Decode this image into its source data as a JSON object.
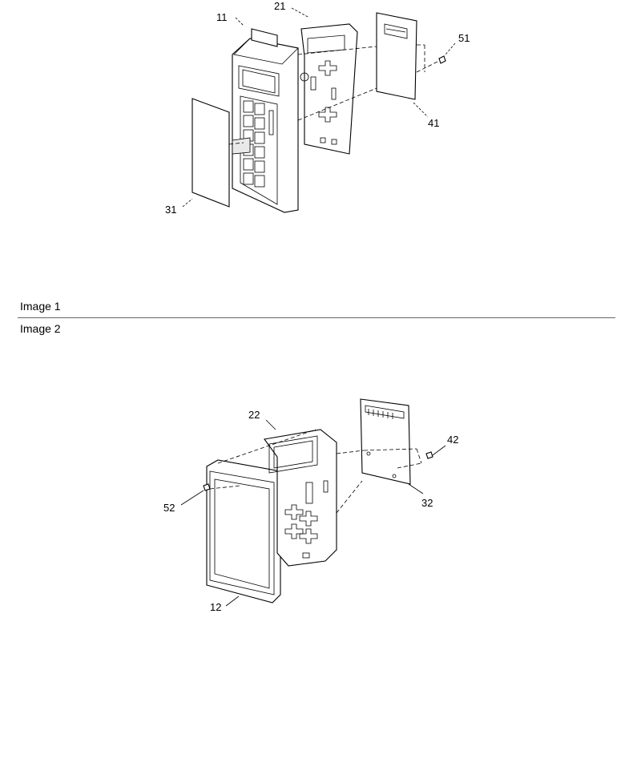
{
  "figures": [
    {
      "caption": "Image 1",
      "callouts": {
        "c11": "11",
        "c21": "21",
        "c31": "31",
        "c41": "41",
        "c51": "51"
      }
    },
    {
      "caption": "Image 2",
      "callouts": {
        "c12": "12",
        "c22": "22",
        "c32": "32",
        "c42": "42",
        "c52": "52"
      }
    }
  ]
}
